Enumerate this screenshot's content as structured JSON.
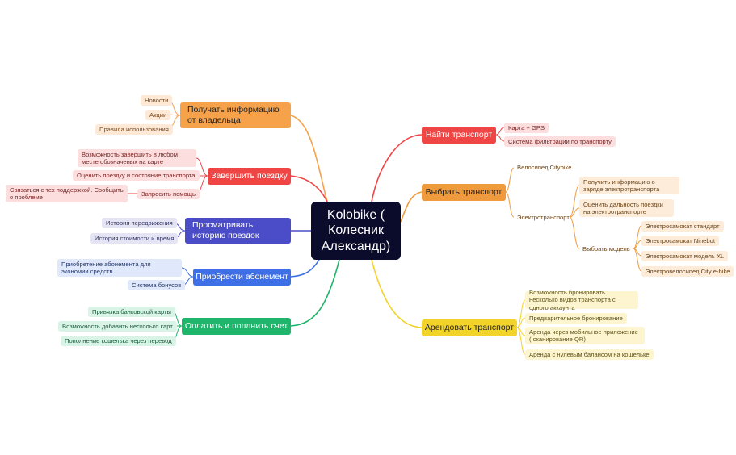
{
  "root": {
    "label": "Kolobike ( Колесник Александр)"
  },
  "branches": {
    "info": {
      "label": "Получать информацию от владельца",
      "items": [
        "Новости",
        "Акции",
        "Правила использования"
      ]
    },
    "finish": {
      "label": "Завершить поездку",
      "items": [
        "Возможность завершить в любом месте обозначеных на карте",
        "Оценить поездку и состояние  транспорта"
      ],
      "help": {
        "label": "Запросить помощь",
        "items": [
          "Связаться с тех поддержкой. Сообщить о проблеме"
        ]
      }
    },
    "history": {
      "label": "Просматривать историю поездок",
      "items": [
        "История передвижения",
        "История стоимости и время"
      ]
    },
    "subscription": {
      "label": "Приобрести абонемент",
      "items": [
        "Приобретение абонемента для экономии средств",
        "Система бонусов"
      ]
    },
    "payment": {
      "label": "Оплатить и поплнить счет",
      "items": [
        "Привязка банковской карты",
        "Возможность добавить несколько карт",
        "Пополнение кошелька через перевод"
      ]
    },
    "find": {
      "label": "Найти транспорт",
      "items": [
        "Карта + GPS",
        "Система фильтрации по транспорту"
      ]
    },
    "choose": {
      "label": "Выбрать транспорт",
      "bicycle": "Велосипед Citybike",
      "electric": {
        "label": "Электротранспорт",
        "items": [
          "Получить информацию о заряде электротранспорта",
          "Оценить дальность поездки на электротранспорте"
        ],
        "model": {
          "label": "Выбрать модель",
          "items": [
            "Электросамокат стандарт",
            "Электросамокат Ninebot",
            "Электросамокат модель XL",
            "Электровелосипед City e-bike"
          ]
        }
      }
    },
    "rent": {
      "label": "Арендовать транспорт",
      "items": [
        "Возможность бронировать несколько видов транспорта с одного аккаунта",
        "Предварительное бронирование",
        "Аренда через мобильное приложение ( сканирование QR)",
        "Аренда с нулевым балансом на кошельке"
      ]
    }
  },
  "colors": {
    "root": "#0b0b2b",
    "orange": "#f5a24b",
    "red": "#ef4545",
    "indigo": "#4a4dc7",
    "blue": "#3f6fe6",
    "green": "#1fb56a",
    "yellow": "#f2d32a",
    "amber": "#f09a3e"
  }
}
